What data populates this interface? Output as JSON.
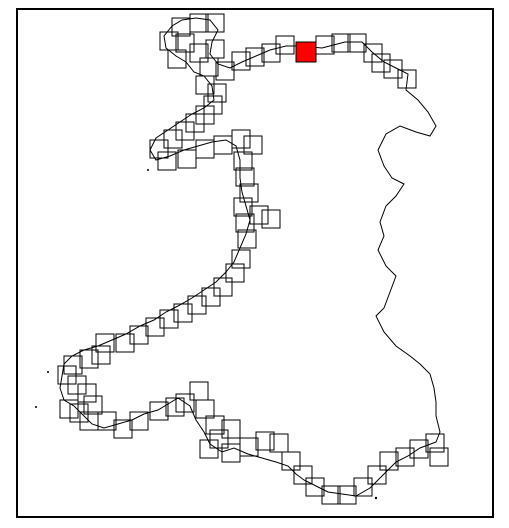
{
  "map": {
    "colors": {
      "background": "#ffffff",
      "frame": "#000000",
      "coastline": "#000000",
      "tile_outline": "#000000",
      "highlight_fill": "#ff0000"
    },
    "features": [
      "coastline",
      "coastal-tile-grid",
      "highlighted-tile"
    ],
    "highlighted_tile_count": 1
  }
}
